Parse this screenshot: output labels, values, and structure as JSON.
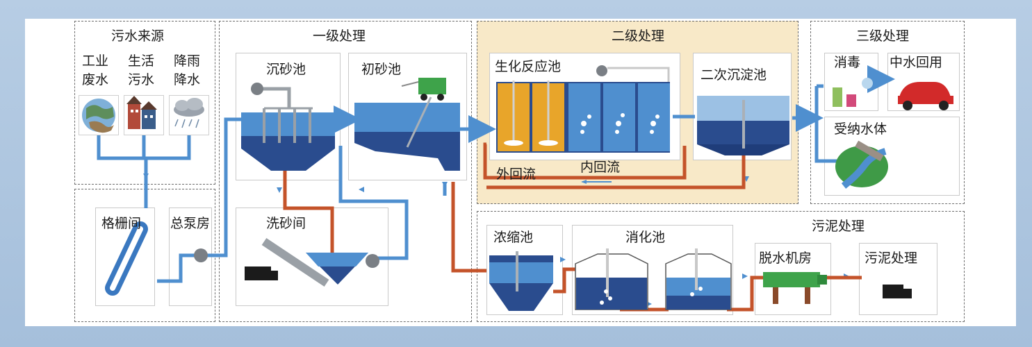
{
  "sections": {
    "source": {
      "title": "污水来源",
      "items": [
        {
          "line1": "工业",
          "line2": "废水",
          "icon": "globe-icon"
        },
        {
          "line1": "生活",
          "line2": "污水",
          "icon": "houses-icon"
        },
        {
          "line1": "降雨",
          "line2": "降水",
          "icon": "rain-cloud-icon"
        }
      ]
    },
    "primary": {
      "title": "一级处理",
      "grit_tank": "沉砂池",
      "initial_tank": "初砂池",
      "grit_wash": "洗砂间",
      "screen_room": "格栅间",
      "pump_house": "总泵房"
    },
    "secondary": {
      "title": "二级处理",
      "bioreactor": "生化反应池",
      "clarifier": "二次沉淀池",
      "external_return": "外回流",
      "internal_return": "内回流"
    },
    "tertiary": {
      "title": "三级处理",
      "disinfection": "消毒",
      "reuse": "中水回用",
      "receiving_water": "受纳水体"
    },
    "sludge": {
      "title": "污泥处理",
      "thickener": "浓缩池",
      "digester": "消化池",
      "dewatering": "脱水机房",
      "disposal": "污泥处理"
    }
  },
  "colors": {
    "water_pipe": "#4f8fcf",
    "sludge_pipe": "#c4532a",
    "water_dark": "#1f3d7a",
    "water_light": "#3e7cc2",
    "tank_yellow": "#e8a52a",
    "secondary_bg": "#f8e9c8"
  }
}
